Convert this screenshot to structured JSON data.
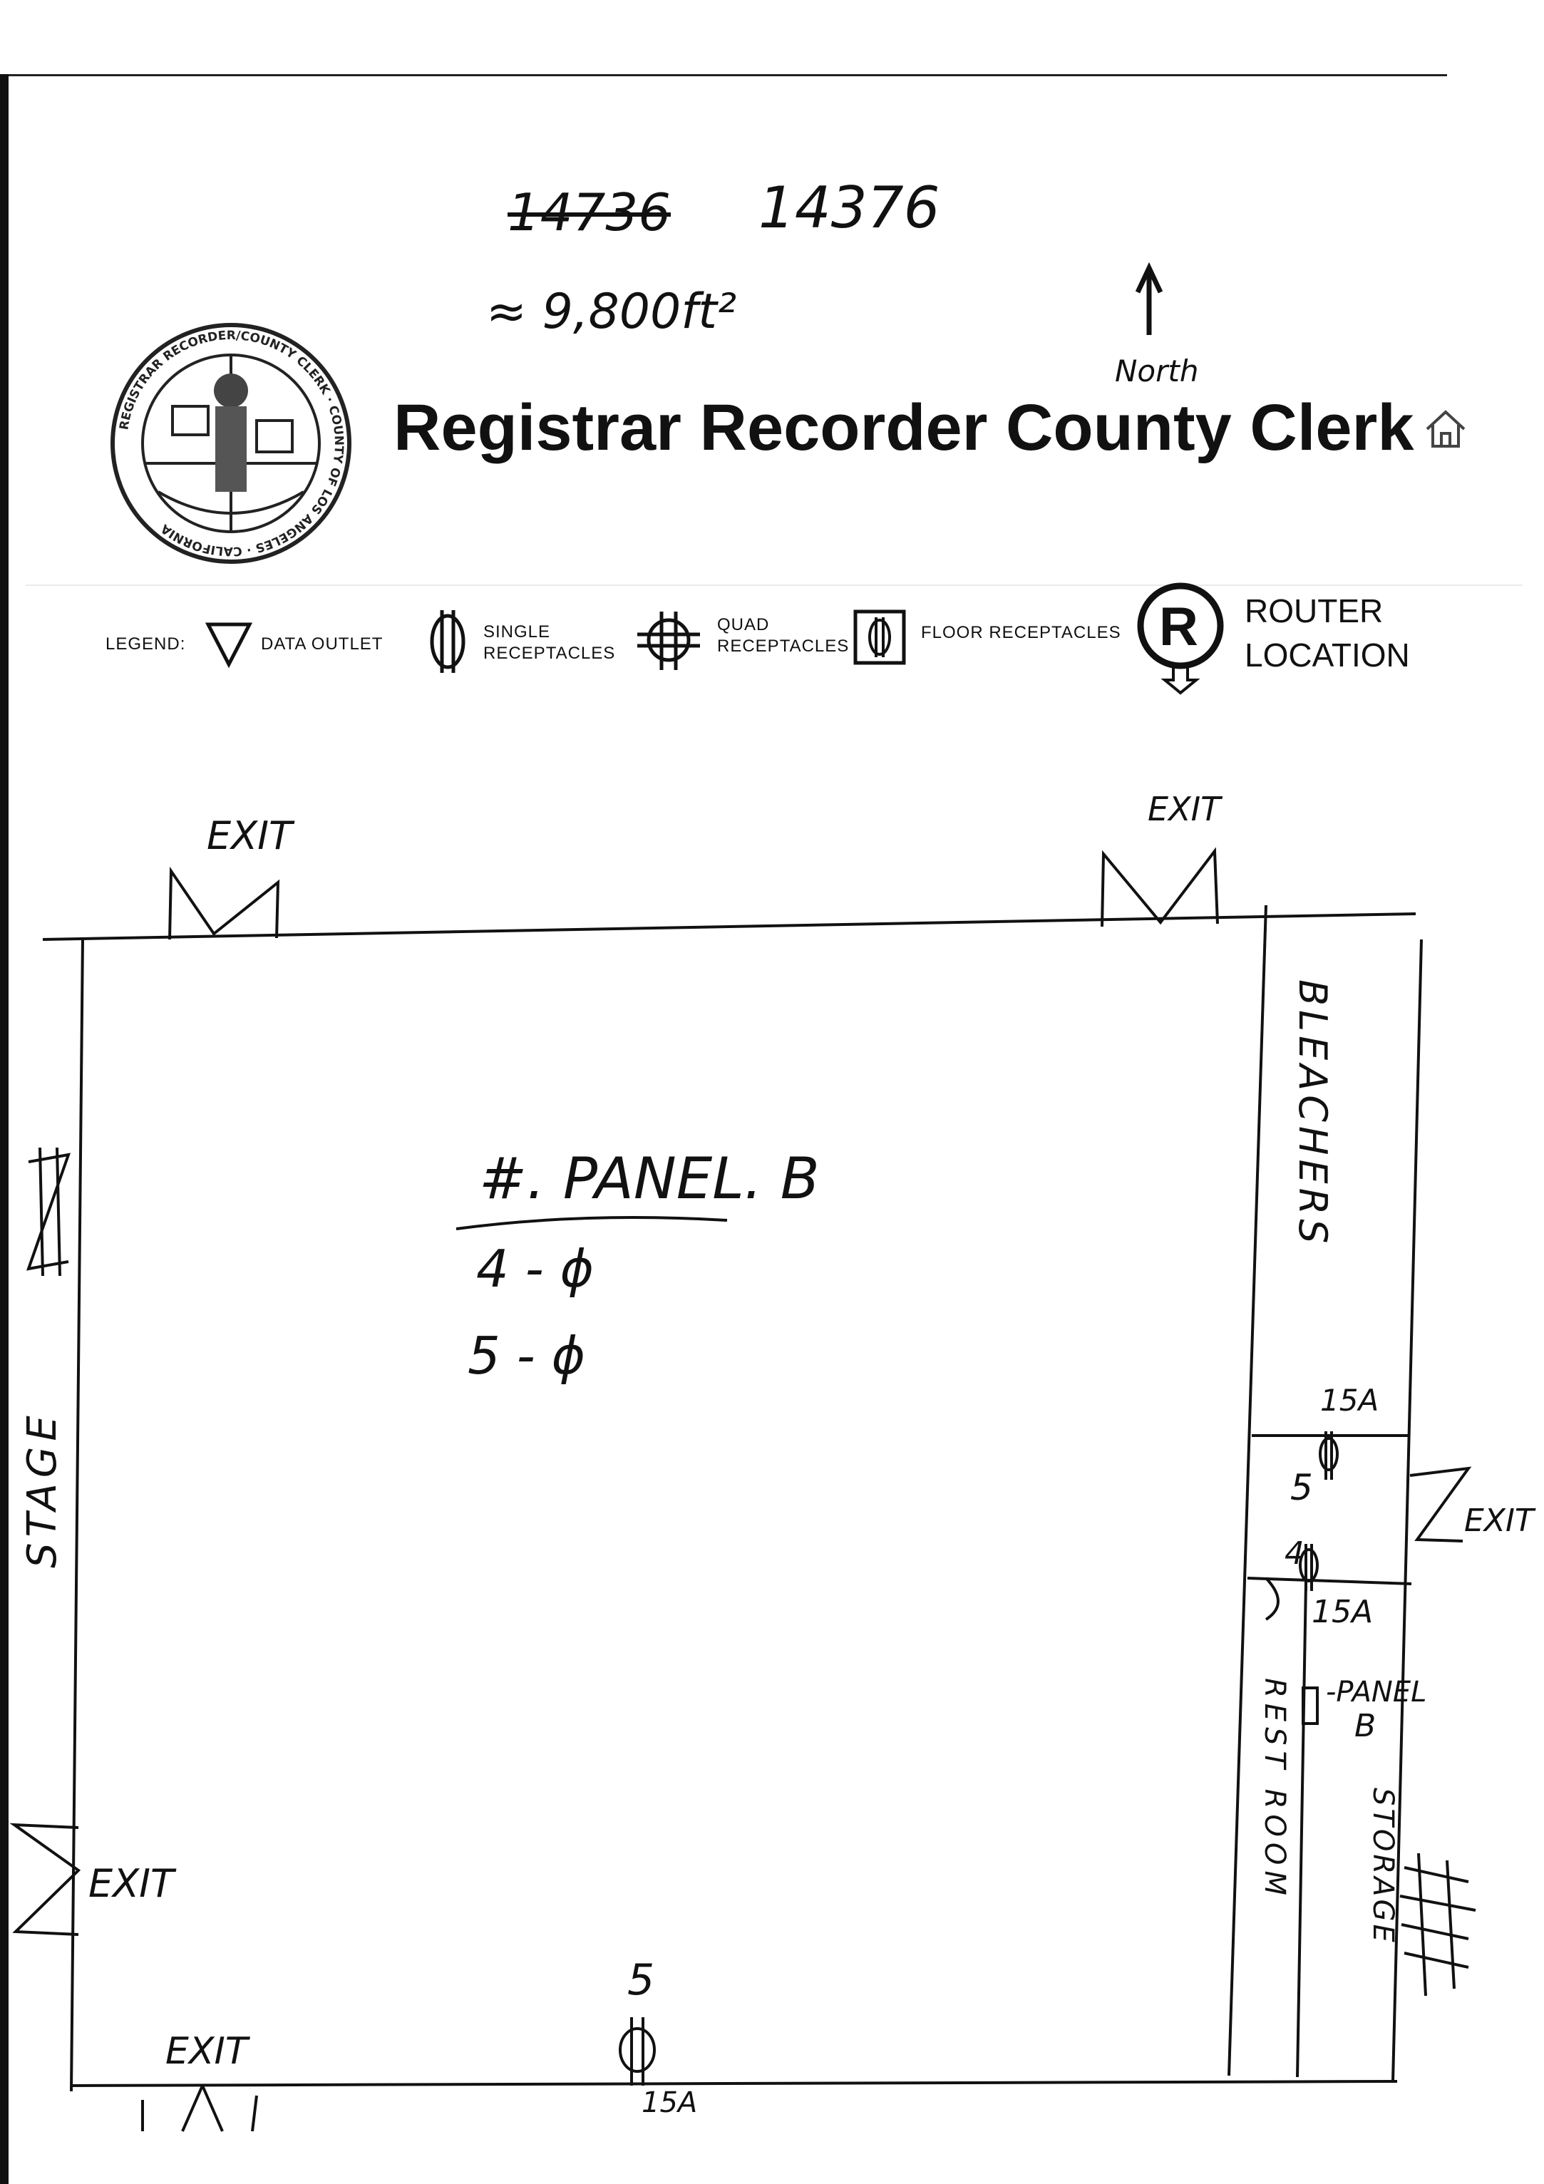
{
  "header": {
    "title": "Registrar Recorder County Clerk",
    "seal_text": "REGISTRAR RECORDER/COUNTY CLERK · COUNTY OF LOS ANGELES · CALIFORNIA"
  },
  "annotations": {
    "struck_number": "14736",
    "site_number": "14376",
    "area": "≈ 9,800ft²",
    "north_label": "North"
  },
  "legend": {
    "heading": "LEGEND:",
    "data_outlet": "DATA OUTLET",
    "single": "SINGLE RECEPTACLES",
    "quad": "QUAD RECEPTACLES",
    "floor": "FLOOR RECEPTACLES",
    "router": "ROUTER LOCATION",
    "router_symbol": "R"
  },
  "floorplan": {
    "exits": [
      "EXIT",
      "EXIT",
      "EXIT",
      "EXIT",
      "EXIT"
    ],
    "bleachers": "BLEACHERS",
    "stage": "STAGE",
    "rest_room": "REST ROOM",
    "storage": "STORAGE",
    "panel_note": {
      "title": "#. PANEL. B",
      "line1": "4 - ɸ",
      "line2": "5 - ɸ"
    },
    "receptacle_right_top": {
      "amp": "15A",
      "count": "5"
    },
    "receptacle_right_mid": {
      "amp": "15A",
      "count": "4"
    },
    "panel_right": {
      "label": "-PANEL",
      "sub": "B"
    },
    "receptacle_bottom": {
      "amp": "15A",
      "count": "5"
    }
  }
}
